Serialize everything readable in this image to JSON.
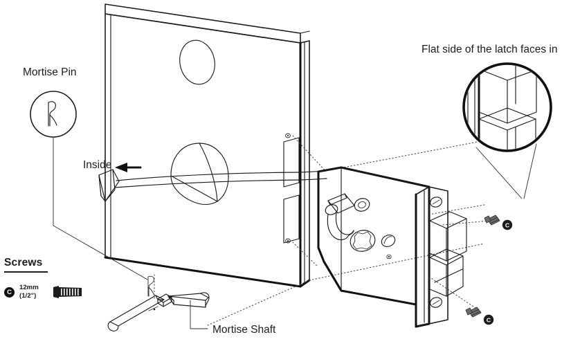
{
  "document": {
    "type": "assembly-instruction-diagram",
    "subject": "Mortise lock installation into door slab",
    "background_color": "#ffffff",
    "line_color": "#1c1c1c"
  },
  "labels": {
    "mortise_pin": "Mortise Pin",
    "inside": "Inside",
    "mortise_shaft": "Mortise Shaft",
    "flat_side": "Flat side of the latch faces in"
  },
  "screws_legend": {
    "title": "Screws",
    "marker": "C",
    "size_line1": "12mm",
    "size_line2": "(1/2\")"
  },
  "callouts": {
    "screw_right_upper_marker": "C",
    "screw_right_lower_marker": "C"
  },
  "parts": [
    {
      "name": "door-slab",
      "description": "Isometric door panel with cross-bore holes and edge mortise pocket"
    },
    {
      "name": "mortise-lock-body",
      "description": "Lock case with faceplate, latch bolt and spindle hub"
    },
    {
      "name": "latch-bolt",
      "description": "Two-block latch bolt projecting from faceplate"
    },
    {
      "name": "mortise-shaft",
      "description": "Two-piece spindle shaft"
    },
    {
      "name": "mortise-pin",
      "description": "Small retaining pin"
    },
    {
      "name": "screws",
      "description": "12mm (1/2\") faceplate screws"
    }
  ],
  "magnifier": {
    "name": "latch-detail-magnifier",
    "description": "Circular zoom view of latch bolt flat side orientation"
  }
}
